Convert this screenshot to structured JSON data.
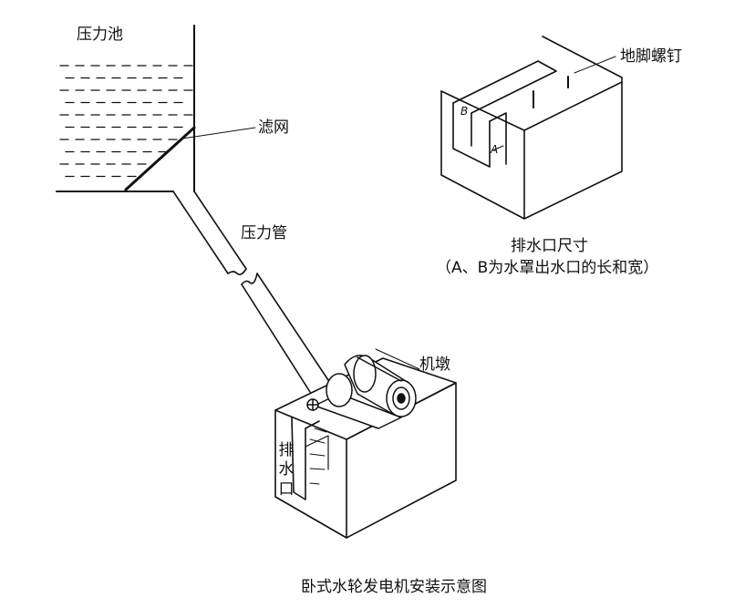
{
  "diagram": {
    "title": "卧式水轮发电机安装示意图",
    "pressure_tank_label": "压力池",
    "filter_label": "滤网",
    "penstock_label": "压力管",
    "machine_base_label": "机墩",
    "outlet_label_chars": [
      "排",
      "水",
      "口"
    ],
    "anchor_bolt_label": "地脚螺钉",
    "outlet_dimensions_title": "排水口尺寸",
    "outlet_dimensions_note": "（A、B为水罩出水口的长和宽）",
    "dim_a": "A",
    "dim_b": "B"
  },
  "colors": {
    "line": "#111111",
    "background": "#ffffff"
  }
}
